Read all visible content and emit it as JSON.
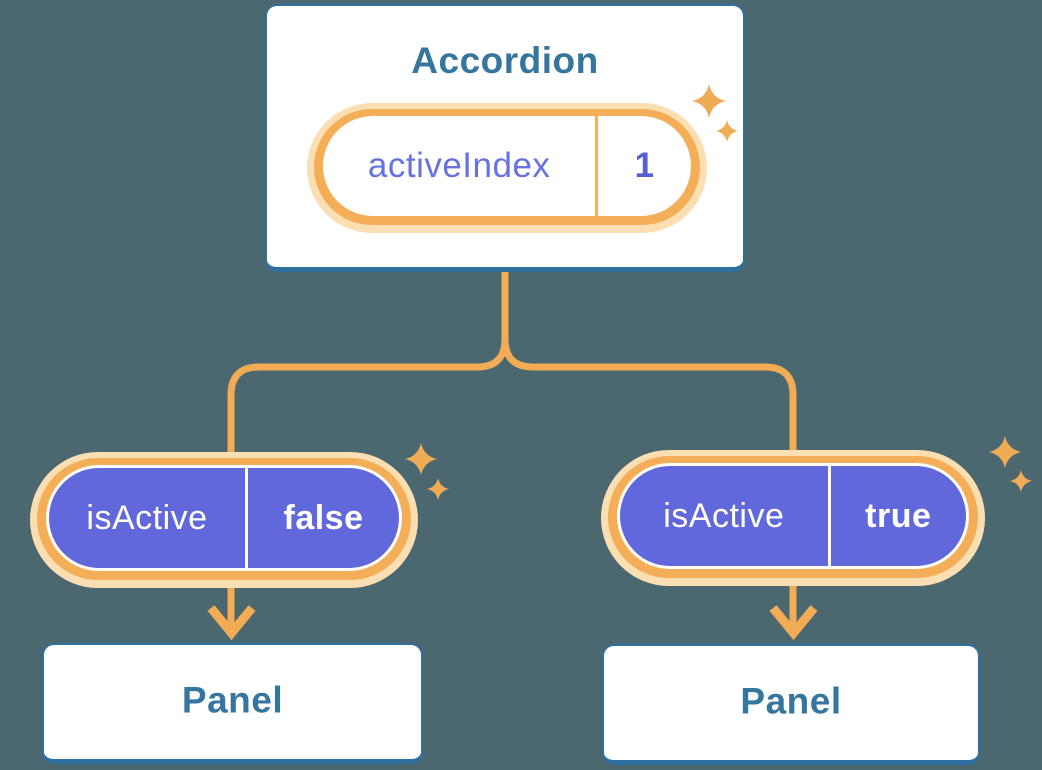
{
  "root_card": {
    "title": "Accordion",
    "state_label": "activeIndex",
    "state_value": "1"
  },
  "left_branch": {
    "prop_label": "isActive",
    "prop_value": "false",
    "panel_title": "Panel"
  },
  "right_branch": {
    "prop_label": "isActive",
    "prop_value": "true",
    "panel_title": "Panel"
  },
  "colors": {
    "background": "#4B6770",
    "card_border": "#3070A1",
    "card_text": "#35769E",
    "pill_fill": "#6168DB",
    "pill_text": "#FFFFFF",
    "ring_orange": "#F4AE58",
    "ring_glow": "#FBDFB2",
    "connector": "#F2AC55",
    "sparkle": "#F0AC55",
    "state_label_text": "#6672E2",
    "state_value_text": "#565ED6"
  },
  "icons": {
    "sparkle": "sparkle-icon"
  }
}
